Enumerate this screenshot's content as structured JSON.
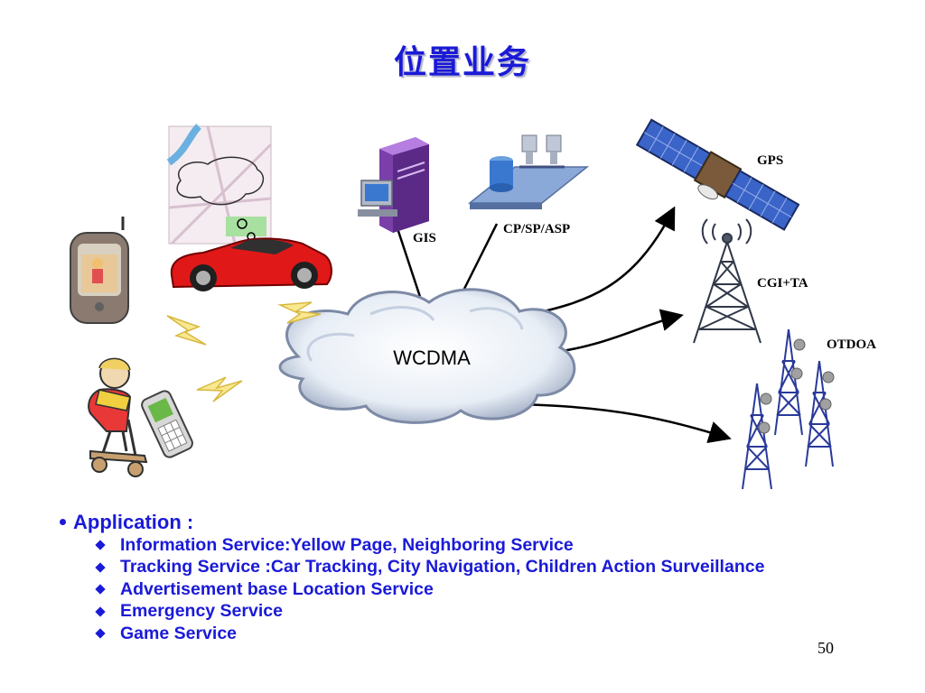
{
  "slide": {
    "title": "位置业务",
    "page_number": "50"
  },
  "diagram": {
    "network_label": "WCDMA",
    "nodes": {
      "gis": "GIS",
      "cp": "CP/SP/ASP",
      "gps": "GPS",
      "cgi": "CGI+TA",
      "otdoa": "OTDOA"
    },
    "colors": {
      "title": "#1a1ad8",
      "text": "#1a1ad8",
      "car": "#e01818",
      "satellite_panel": "#3a64c8",
      "server": "#8a4fb8"
    }
  },
  "content": {
    "heading": "Application :",
    "items": [
      "Information Service:Yellow Page, Neighboring Service",
      "Tracking Service :Car Tracking, City Navigation, Children Action Surveillance",
      "Advertisement base Location Service",
      "Emergency Service",
      "Game Service"
    ]
  }
}
